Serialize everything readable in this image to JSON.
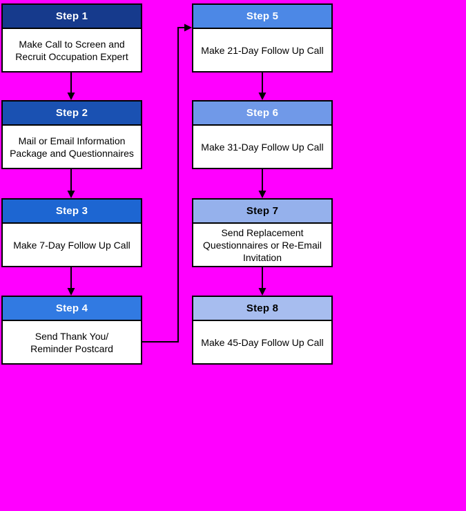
{
  "colors": {
    "background": "#FF00FF",
    "box_border": "#000000",
    "box_body_bg": "#FFFFFF",
    "body_text": "#000000",
    "connector": "#000000"
  },
  "steps": [
    {
      "title": "Step 1",
      "body": "Make Call to Screen and Recruit Occupation Expert",
      "header_color": "#163A8C",
      "title_color": "#FFFFFF"
    },
    {
      "title": "Step 2",
      "body": "Mail or Email Information Package and Questionnaires",
      "header_color": "#1A51B2",
      "title_color": "#FFFFFF"
    },
    {
      "title": "Step 3",
      "body": "Make 7-Day Follow Up Call",
      "header_color": "#1D66D2",
      "title_color": "#FFFFFF"
    },
    {
      "title": "Step 4",
      "body": "Send Thank You/\nReminder Postcard",
      "header_color": "#317AE2",
      "title_color": "#FFFFFF"
    },
    {
      "title": "Step 5",
      "body": "Make 21-Day Follow Up Call",
      "header_color": "#4C88E6",
      "title_color": "#FFFFFF"
    },
    {
      "title": "Step 6",
      "body": "Make 31-Day Follow Up Call",
      "header_color": "#7099E8",
      "title_color": "#FFFFFF"
    },
    {
      "title": "Step 7",
      "body": "Send Replacement Questionnaires or Re-Email Invitation",
      "header_color": "#95B1EC",
      "title_color": "#000000"
    },
    {
      "title": "Step 8",
      "body": "Make 45-Day Follow Up Call",
      "header_color": "#A7BDEF",
      "title_color": "#000000"
    }
  ]
}
